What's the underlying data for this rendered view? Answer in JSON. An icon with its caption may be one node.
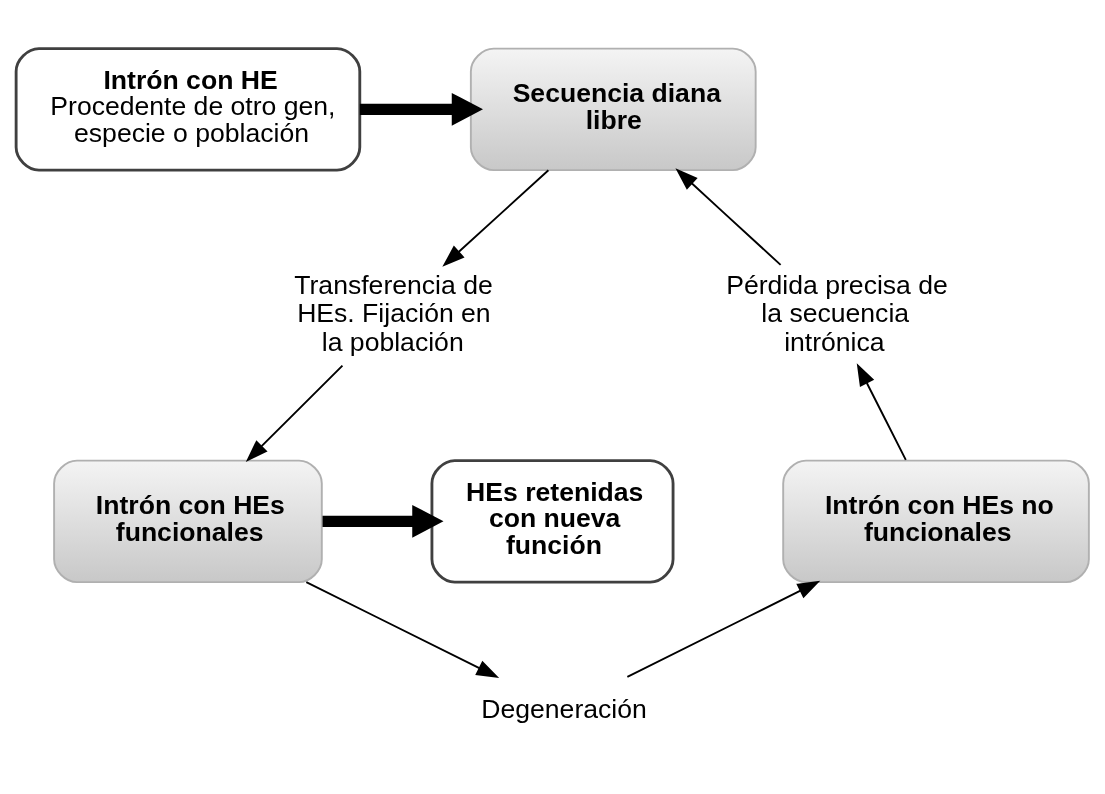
{
  "diagram": {
    "nodes": [
      {
        "text": [
          "Secuencia diana libre"
        ]
      },
      {
        "text": [
          "Intrón con HE",
          "Procedente de otro gen, especie o población"
        ]
      },
      {
        "text": [
          "Transferencia de HEs. Fijación en la población"
        ]
      },
      {
        "text": [
          "Intrón con HEs funcionales"
        ]
      },
      {
        "text": [
          "HEs retenidas con nueva función"
        ]
      },
      {
        "text": [
          "Degeneración"
        ]
      },
      {
        "text": [
          "Intrón con HEs no funcionales"
        ]
      },
      {
        "text": [
          "Pérdida precisa de la secuencia intrónica"
        ]
      }
    ],
    "edges": [
      {
        "from": 1,
        "to": 0,
        "arrow": "to",
        "style": "thick"
      },
      {
        "from": 0,
        "to": 2,
        "arrow": "to"
      },
      {
        "from": 2,
        "to": 3,
        "arrow": "to"
      },
      {
        "from": 3,
        "to": 5,
        "arrow": "to"
      },
      {
        "from": 5,
        "to": 6,
        "arrow": "to"
      },
      {
        "from": 6,
        "to": 7,
        "arrow": "to"
      },
      {
        "from": 7,
        "to": 0,
        "arrow": "to"
      },
      {
        "from": 3,
        "to": 4,
        "arrow": "to",
        "style": "thick"
      }
    ]
  }
}
